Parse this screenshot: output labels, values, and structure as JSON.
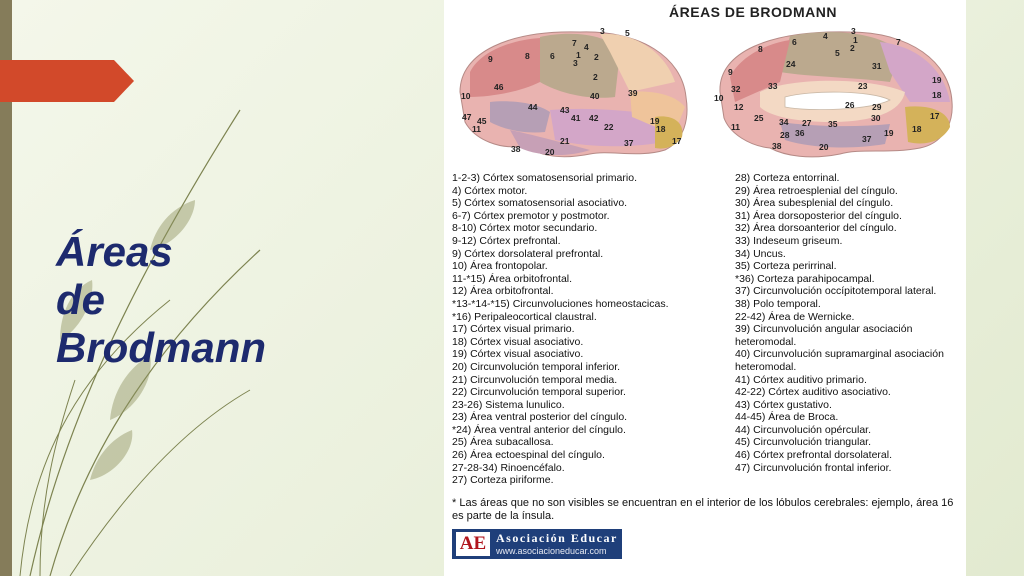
{
  "slide": {
    "title_lines": [
      "Áreas",
      "de",
      "Brodmann"
    ]
  },
  "panel": {
    "heading": "ÁREAS DE BRODMANN",
    "lateral_labels": [
      "3",
      "5",
      "7",
      "4",
      "2",
      "1",
      "9",
      "8",
      "6",
      "3",
      "2",
      "46",
      "10",
      "44",
      "43",
      "40",
      "39",
      "47",
      "45",
      "41",
      "42",
      "22",
      "19",
      "11",
      "18",
      "21",
      "17",
      "38",
      "20",
      "37"
    ],
    "medial_labels": [
      "3",
      "4",
      "1",
      "6",
      "2",
      "8",
      "5",
      "7",
      "24",
      "31",
      "9",
      "19",
      "33",
      "23",
      "10",
      "32",
      "18",
      "26",
      "29",
      "12",
      "30",
      "25",
      "34",
      "27",
      "35",
      "17",
      "11",
      "28",
      "19",
      "18",
      "38",
      "36",
      "37",
      "20"
    ],
    "legend_left": [
      "1-2-3) Córtex somatosensorial primario.",
      "4) Córtex motor.",
      "5) Córtex somatosensorial asociativo.",
      "6-7) Córtex premotor y postmotor.",
      "8-10) Córtex motor secundario.",
      "9-12) Córtex prefrontal.",
      "9) Córtex dorsolateral prefrontal.",
      "10) Área frontopolar.",
      "11-*15) Área orbitofrontal.",
      "12) Área orbitofrontal.",
      "*13-*14-*15) Circunvoluciones homeostacicas.",
      "*16) Peripaleocortical claustral.",
      "17) Córtex visual primario.",
      "18) Córtex visual asociativo.",
      "19) Córtex visual asociativo.",
      "20) Circunvolución temporal inferior.",
      "21) Circunvolución temporal media.",
      "22) Circunvolución temporal superior.",
      "23-26) Sistema lunulico.",
      "23) Área ventral posterior del cíngulo.",
      "*24) Área ventral anterior del cíngulo.",
      "25) Área subacallosa.",
      "26) Área ectoespinal del cíngulo.",
      "27-28-34) Rinoencéfalo.",
      "27) Corteza piriforme."
    ],
    "legend_right": [
      "28) Corteza entorrinal.",
      "29) Área retroesplenial del cíngulo.",
      "30) Área subesplenial del cíngulo.",
      "31) Área dorsoposterior del cíngulo.",
      "32) Área dorsoanterior del cíngulo.",
      "33) Indeseum griseum.",
      "34) Uncus.",
      "35) Corteza perirrinal.",
      "*36) Corteza parahipocampal.",
      "37) Circunvolución occípitotemporal lateral.",
      "38) Polo temporal.",
      "22-42) Área de Wernicke.",
      "39) Circunvolución angular asociación heteromodal.",
      "40) Circunvolución supramarginal asociación heteromodal.",
      "41) Córtex auditivo primario.",
      "42-22) Córtex auditivo asociativo.",
      "43) Córtex gustativo.",
      "44-45) Área de Broca.",
      "44) Circunvolución opércular.",
      "45) Circunvolución triangular.",
      "46) Córtex prefrontal dorsolateral.",
      "47) Circunvolución frontal inferior."
    ],
    "note": "* Las áreas que no son visibles se encuentran en el interior de los lóbulos cerebrales: ejemplo, área 16 es parte de la ínsula.",
    "logo": {
      "mark": "AE",
      "name": "Asociación Educar",
      "url": "www.asociacioneducar.com"
    }
  },
  "colors": {
    "accent_tab": "#d2492a",
    "title": "#1d2a6e",
    "sidebar": "#857c5a"
  }
}
